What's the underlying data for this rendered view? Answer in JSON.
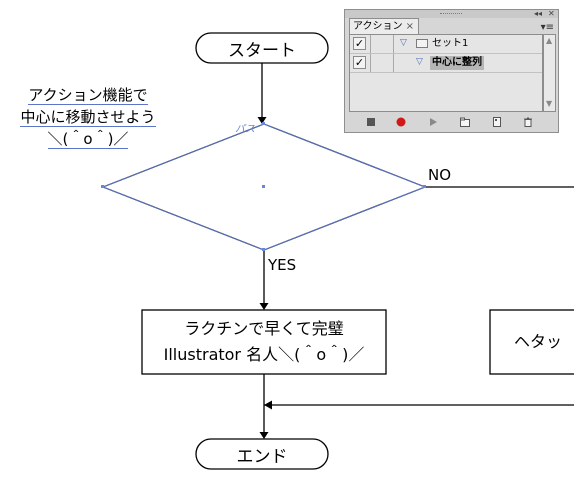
{
  "flowchart": {
    "start_label": "スタート",
    "end_label": "エンド",
    "no_label": "NO",
    "yes_label": "YES",
    "process_left_line1": "ラクチンで早くて完璧",
    "process_left_line2": "Illustrator 名人＼(＾o＾)／",
    "process_right_text": "ヘタッ",
    "caption_line1": "アクション機能で",
    "caption_line2": "中心に移動させよう",
    "caption_line3": "＼(＾o＾)／",
    "diamond_overlay_text": "パス",
    "selection_color": "#5b76c9"
  },
  "actions_panel": {
    "tab_label": "アクション",
    "tab_close": "×",
    "menu_icon": "panel-menu-icon",
    "rows": [
      {
        "checked": true,
        "expanded": true,
        "type": "set",
        "label": "セット1"
      },
      {
        "checked": true,
        "expanded": true,
        "type": "action",
        "label": "中心に整列",
        "selected": true
      }
    ],
    "footer_buttons": [
      "stop-icon",
      "record-icon",
      "play-icon",
      "new-set-icon",
      "new-action-icon",
      "trash-icon"
    ],
    "record_color": "#d01818"
  }
}
